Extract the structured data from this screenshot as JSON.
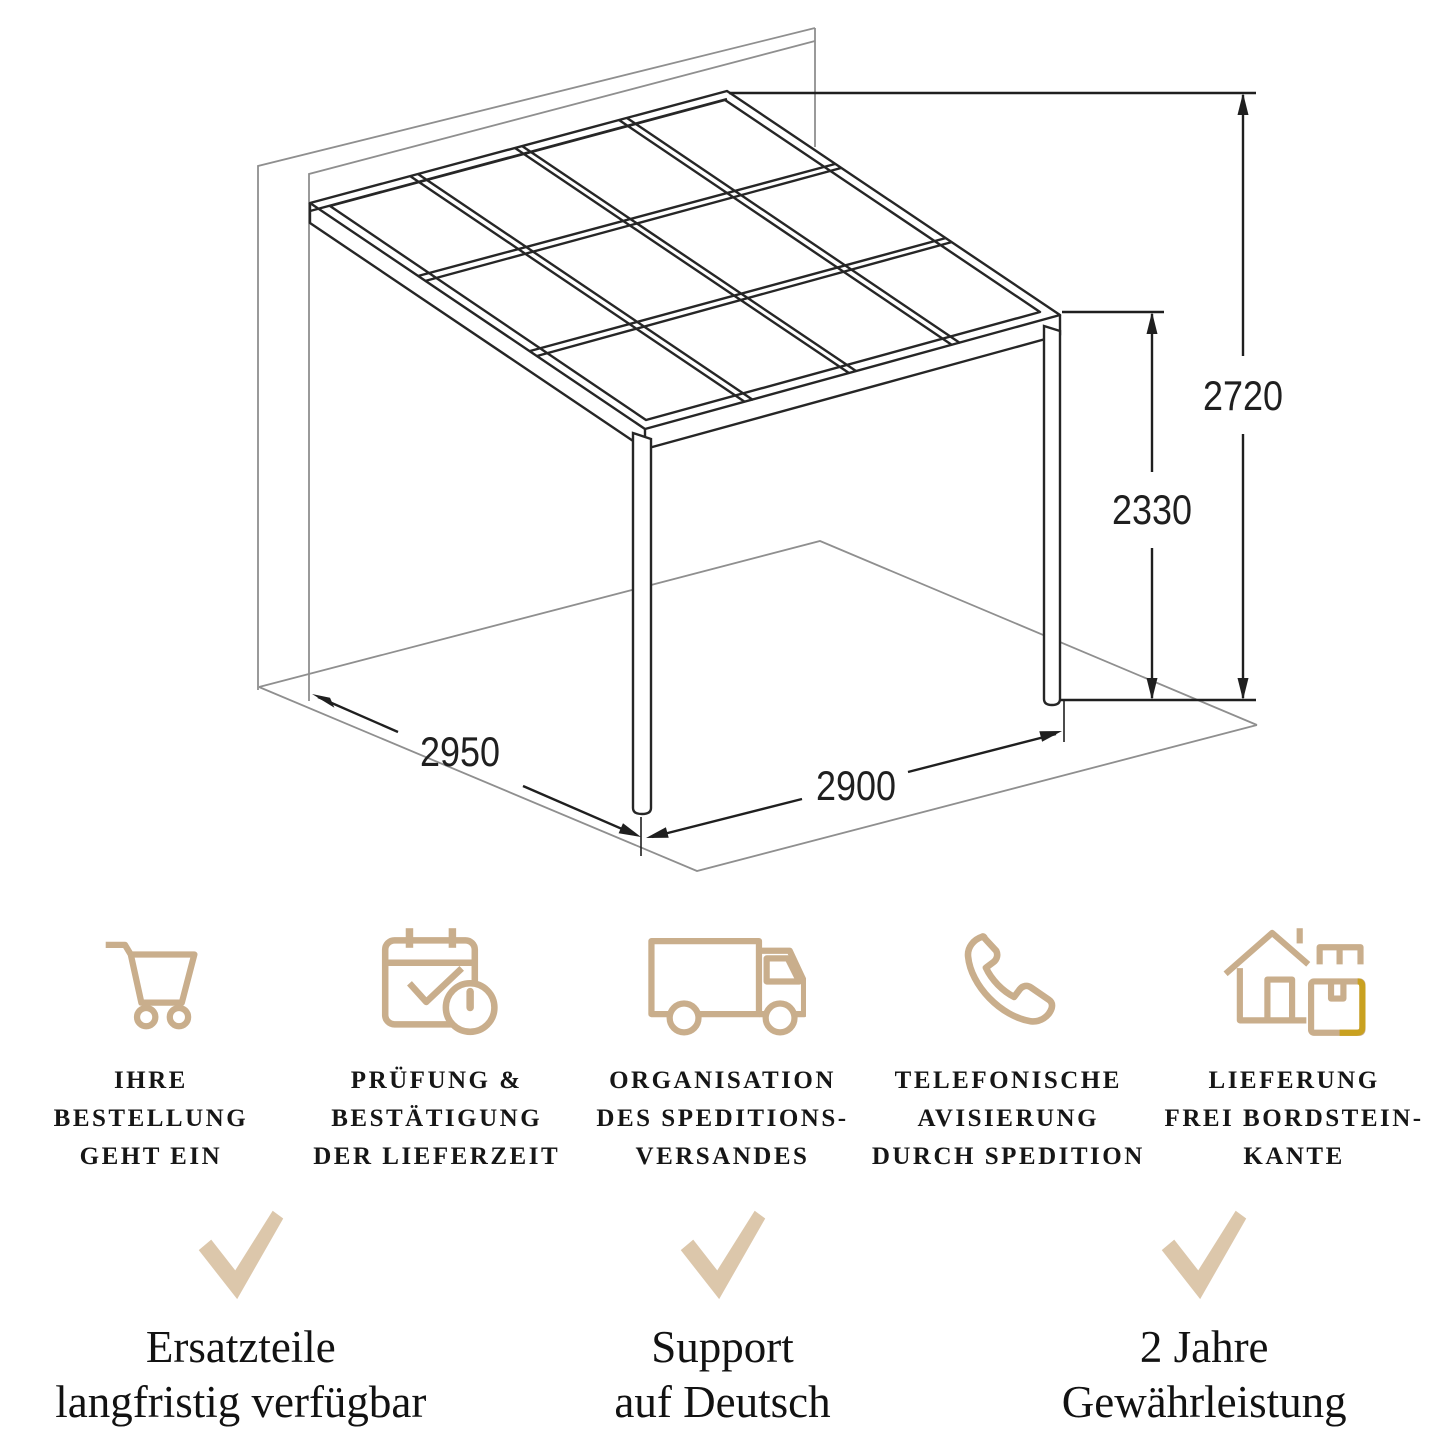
{
  "drawing": {
    "dimensions": {
      "total_height_mm": "2720",
      "clearance_height_mm": "2330",
      "depth_mm": "2950",
      "width_mm": "2900"
    }
  },
  "process_steps": [
    {
      "icon": "shopping-cart-icon",
      "lines": [
        "IHRE",
        "BESTELLUNG",
        "GEHT EIN"
      ]
    },
    {
      "icon": "calendar-check-icon",
      "lines": [
        "PRÜFUNG &",
        "BESTÄTIGUNG",
        "DER LIEFERZEIT"
      ]
    },
    {
      "icon": "truck-icon",
      "lines": [
        "ORGANISATION",
        "DES SPEDITIONS-",
        "VERSANDES"
      ]
    },
    {
      "icon": "phone-icon",
      "lines": [
        "TELEFONISCHE",
        "AVISIERUNG",
        "DURCH SPEDITION"
      ]
    },
    {
      "icon": "house-package-icon",
      "lines": [
        "LIEFERUNG",
        "FREI BORDSTEIN-",
        "KANTE"
      ]
    }
  ],
  "benefits": [
    {
      "lines": [
        "Ersatzteile",
        "langfristig verfügbar"
      ]
    },
    {
      "lines": [
        "Support",
        "auf Deutsch"
      ]
    },
    {
      "lines": [
        "2 Jahre",
        "Gewährleistung"
      ]
    }
  ],
  "colors": {
    "icon_beige": "#c9ae8c",
    "check_beige": "#dcc7ab",
    "accent_gold": "#c9a120",
    "construction_gray": "#8f8f8f",
    "ink": "#1f1f1f"
  }
}
